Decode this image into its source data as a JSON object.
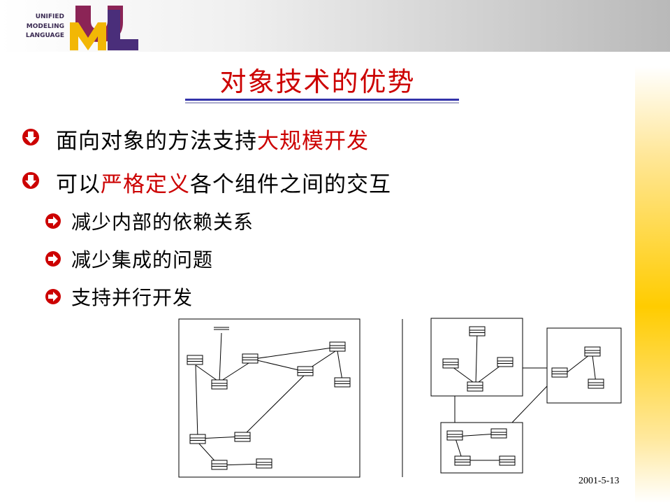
{
  "logo": {
    "lines": [
      "UNIFIED",
      "MODELING",
      "LANGUAGE"
    ],
    "letters": [
      "U",
      "M",
      "L"
    ]
  },
  "title": "对象技术的优势",
  "bullets": [
    {
      "text": "面向对象的方法支持",
      "highlight": "大规模开发",
      "after": ""
    },
    {
      "text": "可以",
      "highlight": "严格定义",
      "after": "各个组件之间的交互"
    }
  ],
  "subbullets": [
    "减少内部的依赖关系",
    "减少集成的问题",
    "支持并行开发"
  ],
  "footer": {
    "date": "2001-5-13"
  },
  "colors": {
    "title": "#cc0000",
    "highlight": "#cc0000",
    "bullet_icon": "#cc0000",
    "accent_band": "#ffcc00"
  }
}
